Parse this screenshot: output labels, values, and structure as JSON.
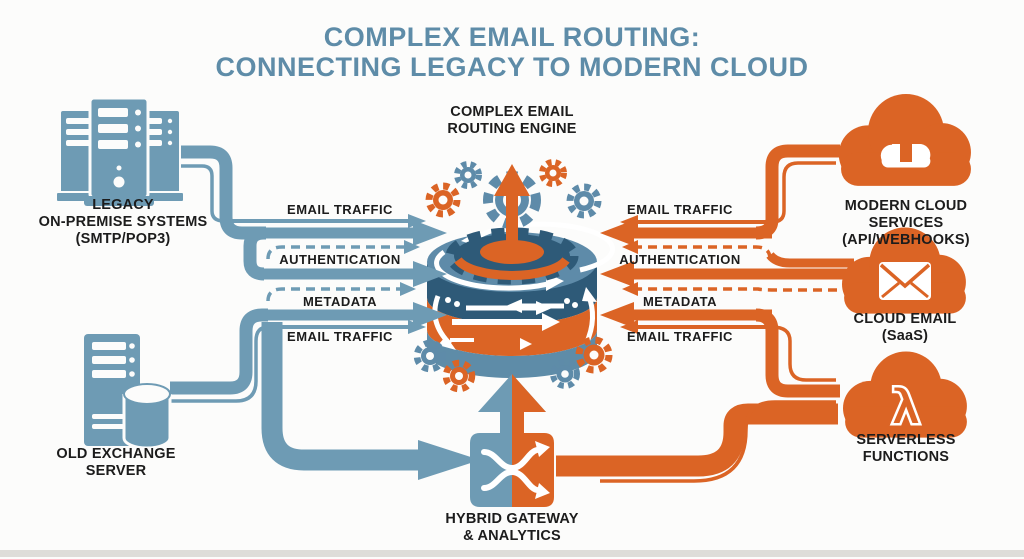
{
  "title": {
    "line1": "COMPLEX EMAIL ROUTING:",
    "line2": "CONNECTING LEGACY TO MODERN CLOUD"
  },
  "nodes": {
    "legacy": {
      "line1": "LEGACY",
      "line2": "ON-PREMISE SYSTEMS",
      "line3": "(SMTP/POP3)"
    },
    "exchange": {
      "line1": "OLD EXCHANGE",
      "line2": "SERVER"
    },
    "engine": {
      "line1": "COMPLEX EMAIL",
      "line2": "ROUTING ENGINE"
    },
    "gateway": {
      "line1": "HYBRID GATEWAY",
      "line2": "& ANALYTICS"
    },
    "modern_cloud": {
      "line1": "MODERN CLOUD",
      "line2": "SERVICES",
      "line3": "(API/WEBHOOKS)"
    },
    "cloud_email": {
      "line1": "CLOUD EMAIL",
      "line2": "(SaaS)"
    },
    "serverless": {
      "line1": "SERVERLESS",
      "line2": "FUNCTIONS"
    }
  },
  "flows": {
    "left": [
      "EMAIL TRAFFIC",
      "AUTHENTICATION",
      "METADATA",
      "EMAIL TRAFFIC"
    ],
    "right": [
      "EMAIL TRAFFIC",
      "AUTHENTICATION",
      "METADATA",
      "EMAIL TRAFFIC"
    ]
  },
  "icons": {
    "lambda": "λ"
  },
  "colors": {
    "steel_blue": "#6E9BB4",
    "medium_blue": "#5E8BA9",
    "dark_blue": "#2E5A78",
    "orange": "#DB6425",
    "title_blue": "#5E8CA8",
    "label_text": "#1C1C1C",
    "background": "#FCFCFB"
  }
}
